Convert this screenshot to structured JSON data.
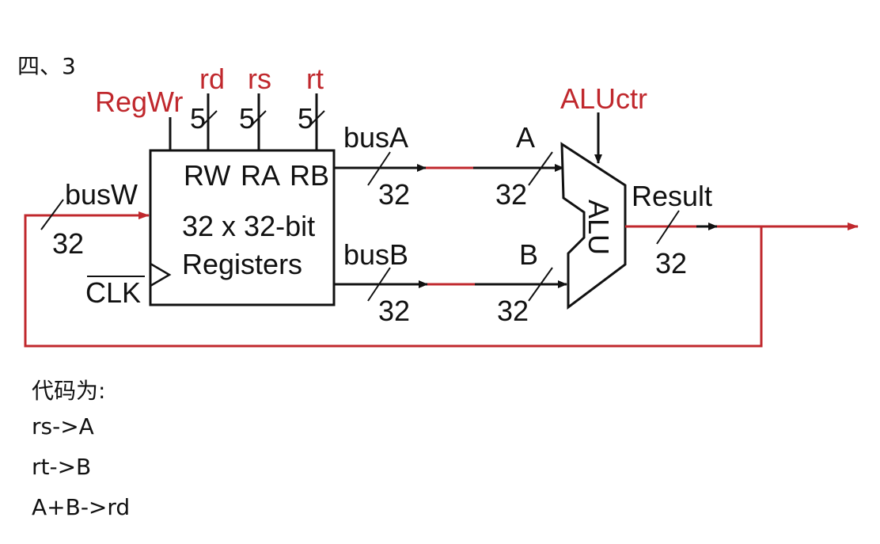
{
  "heading": "四、3",
  "labels": {
    "regwr": "RegWr",
    "rd": "rd",
    "rs": "rs",
    "rt": "rt",
    "aluctr": "ALUctr",
    "width_rw": "5",
    "width_ra": "5",
    "width_rb": "5",
    "port_rw": "RW",
    "port_ra": "RA",
    "port_rb": "RB",
    "regfile_line1": "32 x 32-bit",
    "regfile_line2": "Registers",
    "busw": "busW",
    "busw_width": "32",
    "clk": "CLK",
    "busa": "busA",
    "busa_width": "32",
    "busb": "busB",
    "busb_width": "32",
    "a": "A",
    "a_width": "32",
    "b": "B",
    "b_width": "32",
    "alu": "ALU",
    "result": "Result",
    "result_width": "32"
  },
  "code": {
    "title": "代码为:",
    "lines": [
      "rs->A",
      "rt->B",
      "A+B->rd"
    ]
  },
  "colors": {
    "black": "#111111",
    "red": "#c0282d"
  }
}
